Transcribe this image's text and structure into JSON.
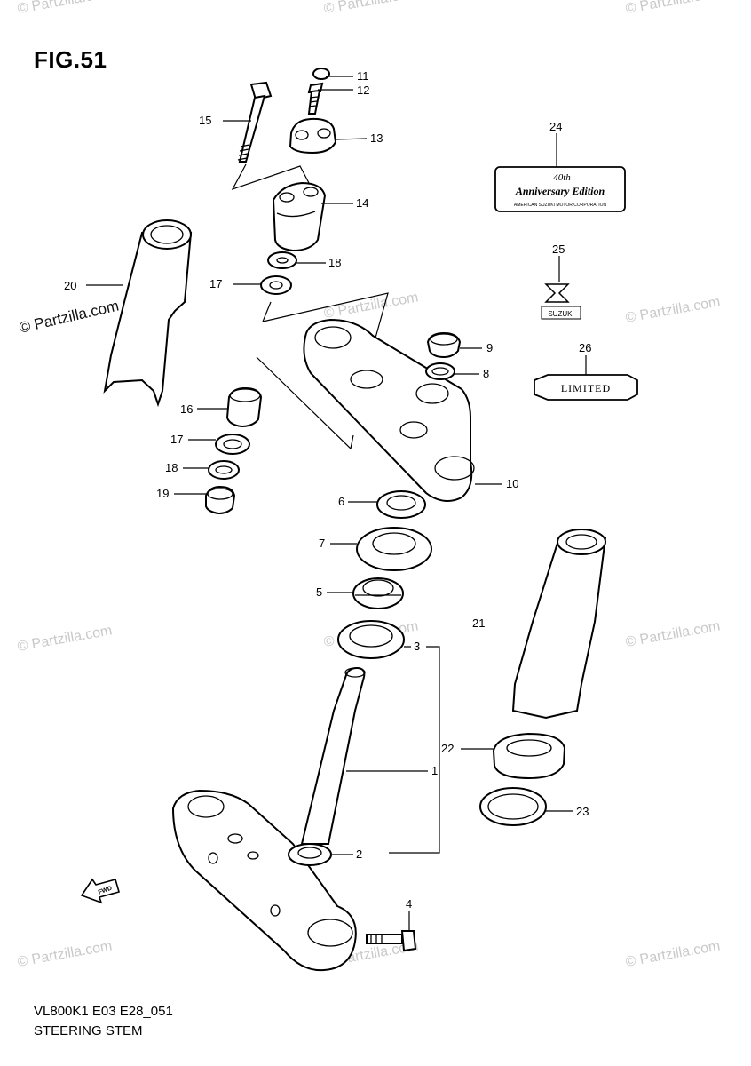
{
  "figure": {
    "title": "FIG.51",
    "code": "VL800K1 E03 E28_051",
    "name": "STEERING STEM"
  },
  "watermark": {
    "text": "© Partzilla.com"
  },
  "emblems": {
    "badge_top": "40th",
    "badge_main": "Anniversary Edition",
    "badge_small": "AMERICAN SUZUKI MOTOR CORPORATION",
    "suzuki": "SUZUKI",
    "limited": "LIMITED"
  },
  "callouts": [
    "1",
    "2",
    "3",
    "4",
    "5",
    "6",
    "7",
    "8",
    "9",
    "10",
    "11",
    "12",
    "13",
    "14",
    "15",
    "16",
    "17",
    "17",
    "18",
    "18",
    "19",
    "20",
    "21",
    "22",
    "23",
    "24",
    "25",
    "26"
  ],
  "fwd_label": "FWD"
}
